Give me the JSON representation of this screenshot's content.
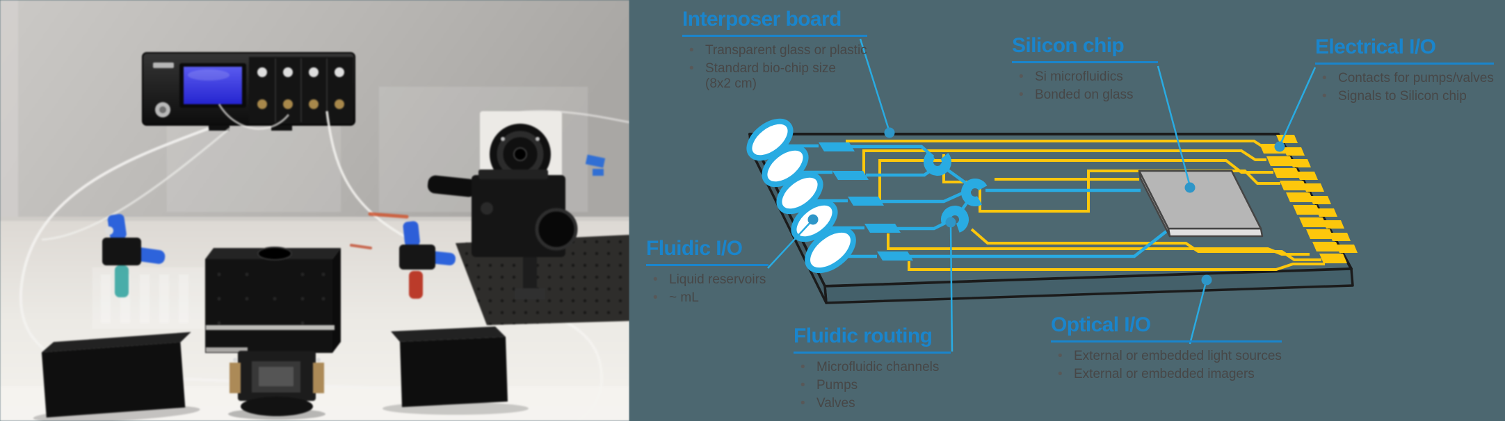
{
  "slide": {
    "panel_bg": "#4c6770",
    "accent": "#1a85cc",
    "line_blue": "#29abe2",
    "trace_yellow": "#fdc70c",
    "dot_blue": "#2e96c8",
    "body_text": "#474747"
  },
  "photo_palette": {
    "wall": "#bdbbb8",
    "table": "#ece9e4",
    "instrument_body": "#1a1a1a",
    "lcd_screen": "#3c3ae8",
    "valve_handle_blue": "#2b63e0",
    "valve_handle_red": "#bf3a28",
    "optics_black": "#121212"
  },
  "callouts": [
    {
      "id": "interposer",
      "title": "Interposer board",
      "bullets": [
        "Transparent glass or plastic",
        "Standard bio-chip size\n(8x2 cm)"
      ]
    },
    {
      "id": "silicon",
      "title": "Silicon chip",
      "bullets": [
        "Si microfluidics",
        "Bonded on glass"
      ]
    },
    {
      "id": "electrical",
      "title": "Electrical I/O",
      "bullets": [
        "Contacts for pumps/valves",
        "Signals to Silicon chip"
      ]
    },
    {
      "id": "fluidic-io",
      "title": "Fluidic I/O",
      "bullets": [
        "Liquid reservoirs",
        "~ mL"
      ]
    },
    {
      "id": "fluidic-routing",
      "title": "Fluidic routing",
      "bullets": [
        "Microfluidic channels",
        "Pumps",
        "Valves"
      ]
    },
    {
      "id": "optical",
      "title": "Optical I/O",
      "bullets": [
        "External or embedded light sources",
        "External or embedded imagers"
      ]
    }
  ]
}
